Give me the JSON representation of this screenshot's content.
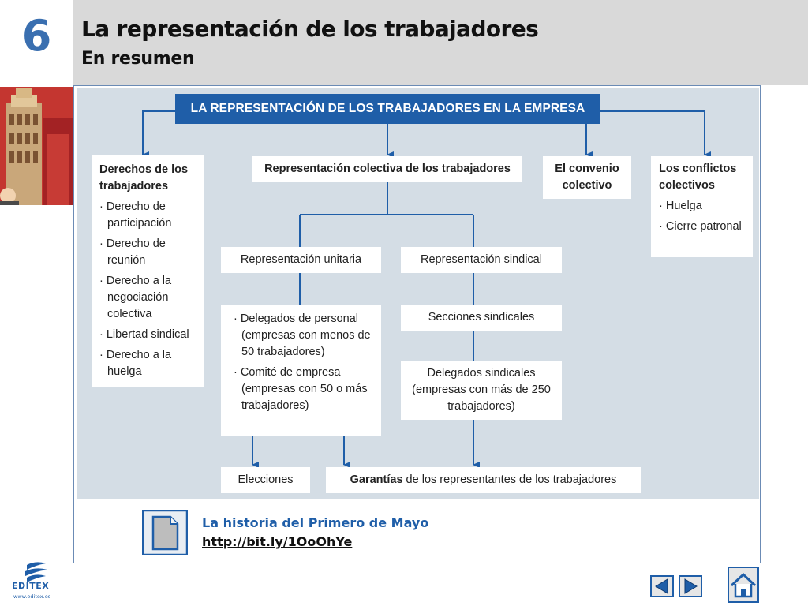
{
  "header": {
    "chapter_number": "6",
    "title": "La representación de los trabajadores",
    "subtitle": "En resumen"
  },
  "diagram": {
    "main": "LA REPRESENTACIÓN DE LOS TRABAJADORES EN LA EMPRESA",
    "rights": {
      "title": "Derechos de los trabajadores",
      "items": [
        "· Derecho de participación",
        "· Derecho de reunión",
        "· Derecho a la negociación colectiva",
        "· Libertad sindical",
        "· Derecho a la huelga"
      ]
    },
    "collective": "Representación colectiva de los trabajadores",
    "agreement": "El convenio colectivo",
    "conflicts": {
      "title": "Los conflictos colectivos",
      "items": [
        "· Huelga",
        "· Cierre patronal"
      ]
    },
    "unitary": "Representación unitaria",
    "union": "Representación sindical",
    "unitary_details": [
      "· Delegados de personal (empresas con menos de 50 trabajadores)",
      "· Comité de empresa (empresas con 50 o más trabajadores)"
    ],
    "union_sections": "Secciones sindicales",
    "union_delegates": "Delegados sindicales (empresas con más de 250 trabajadores)",
    "elections": "Elecciones",
    "guarantees_bold": "Garantías",
    "guarantees_rest": " de los representantes de los trabajadores"
  },
  "resource": {
    "title": "La historia del Primero de Mayo",
    "link": "http://bit.ly/1OoOhYe",
    "icon": "document-icon"
  },
  "logo": {
    "text": "EDITEX",
    "url": "www.editex.es"
  },
  "nav": {
    "prev_icon": "previous-arrow-icon",
    "next_icon": "next-arrow-icon",
    "home_icon": "home-icon"
  },
  "colors": {
    "accent": "#1f5ea8",
    "header_bg": "#d9d9d9",
    "diagram_bg": "#d4dde5",
    "chapter_number": "#3a6fb0"
  }
}
